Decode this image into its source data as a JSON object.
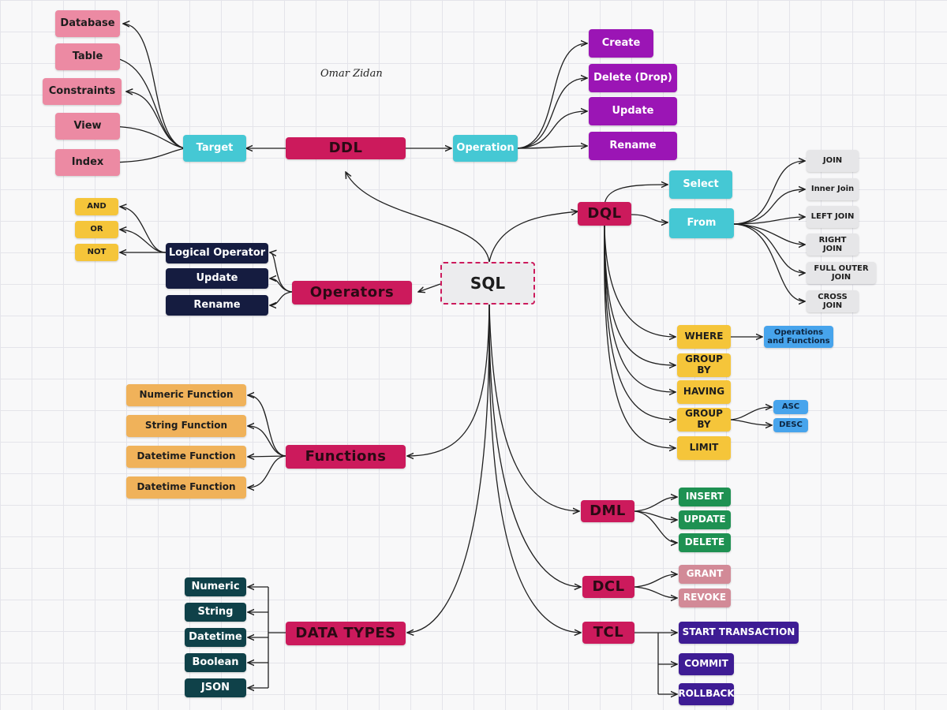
{
  "author": "Omar Zidan",
  "center": "SQL",
  "ddl": {
    "label": "DDL",
    "target": {
      "label": "Target",
      "items": [
        "Database",
        "Table",
        "Constraints",
        "View",
        "Index"
      ]
    },
    "operation": {
      "label": "Operation",
      "items": [
        "Create",
        "Delete (Drop)",
        "Update",
        "Rename"
      ]
    }
  },
  "operators": {
    "label": "Operators",
    "items": [
      "Logical Operator",
      "Update",
      "Rename"
    ],
    "logical": [
      "AND",
      "OR",
      "NOT"
    ]
  },
  "dql": {
    "label": "DQL",
    "select": "Select",
    "from": {
      "label": "From",
      "joins": [
        "JOIN",
        "Inner Join",
        "LEFT JOIN",
        "RIGHT JOIN",
        "FULL OUTER JOIN",
        "CROSS JOIN"
      ]
    },
    "clauses": [
      "WHERE",
      "GROUP BY",
      "HAVING",
      "GROUP BY",
      "LIMIT"
    ],
    "where_detail": "Operations and Functions",
    "order": [
      "ASC",
      "DESC"
    ]
  },
  "functions": {
    "label": "Functions",
    "items": [
      "Numeric Function",
      "String Function",
      "Datetime Function",
      "Datetime Function"
    ]
  },
  "data_types": {
    "label": "DATA TYPES",
    "items": [
      "Numeric",
      "String",
      "Datetime",
      "Boolean",
      "JSON"
    ]
  },
  "dml": {
    "label": "DML",
    "items": [
      "INSERT",
      "UPDATE",
      "DELETE"
    ]
  },
  "dcl": {
    "label": "DCL",
    "items": [
      "GRANT",
      "REVOKE"
    ]
  },
  "tcl": {
    "label": "TCL",
    "items": [
      "START TRANSACTION",
      "COMMIT",
      "ROLLBACK"
    ]
  },
  "colors": {
    "pink": "#ec8aa3",
    "teal": "#45c8d4",
    "crimson": "#cc1a5c",
    "purple": "#9b15b5",
    "yellow": "#f5c53a",
    "gray": "#e6e6e8",
    "navy": "#151c40",
    "orange": "#f0b25a",
    "blue": "#47a4ec",
    "green": "#1e9152",
    "rose": "#d28a97",
    "dark_teal": "#0f4149",
    "indigo": "#3e1c94",
    "line": "#1f1f1f"
  }
}
